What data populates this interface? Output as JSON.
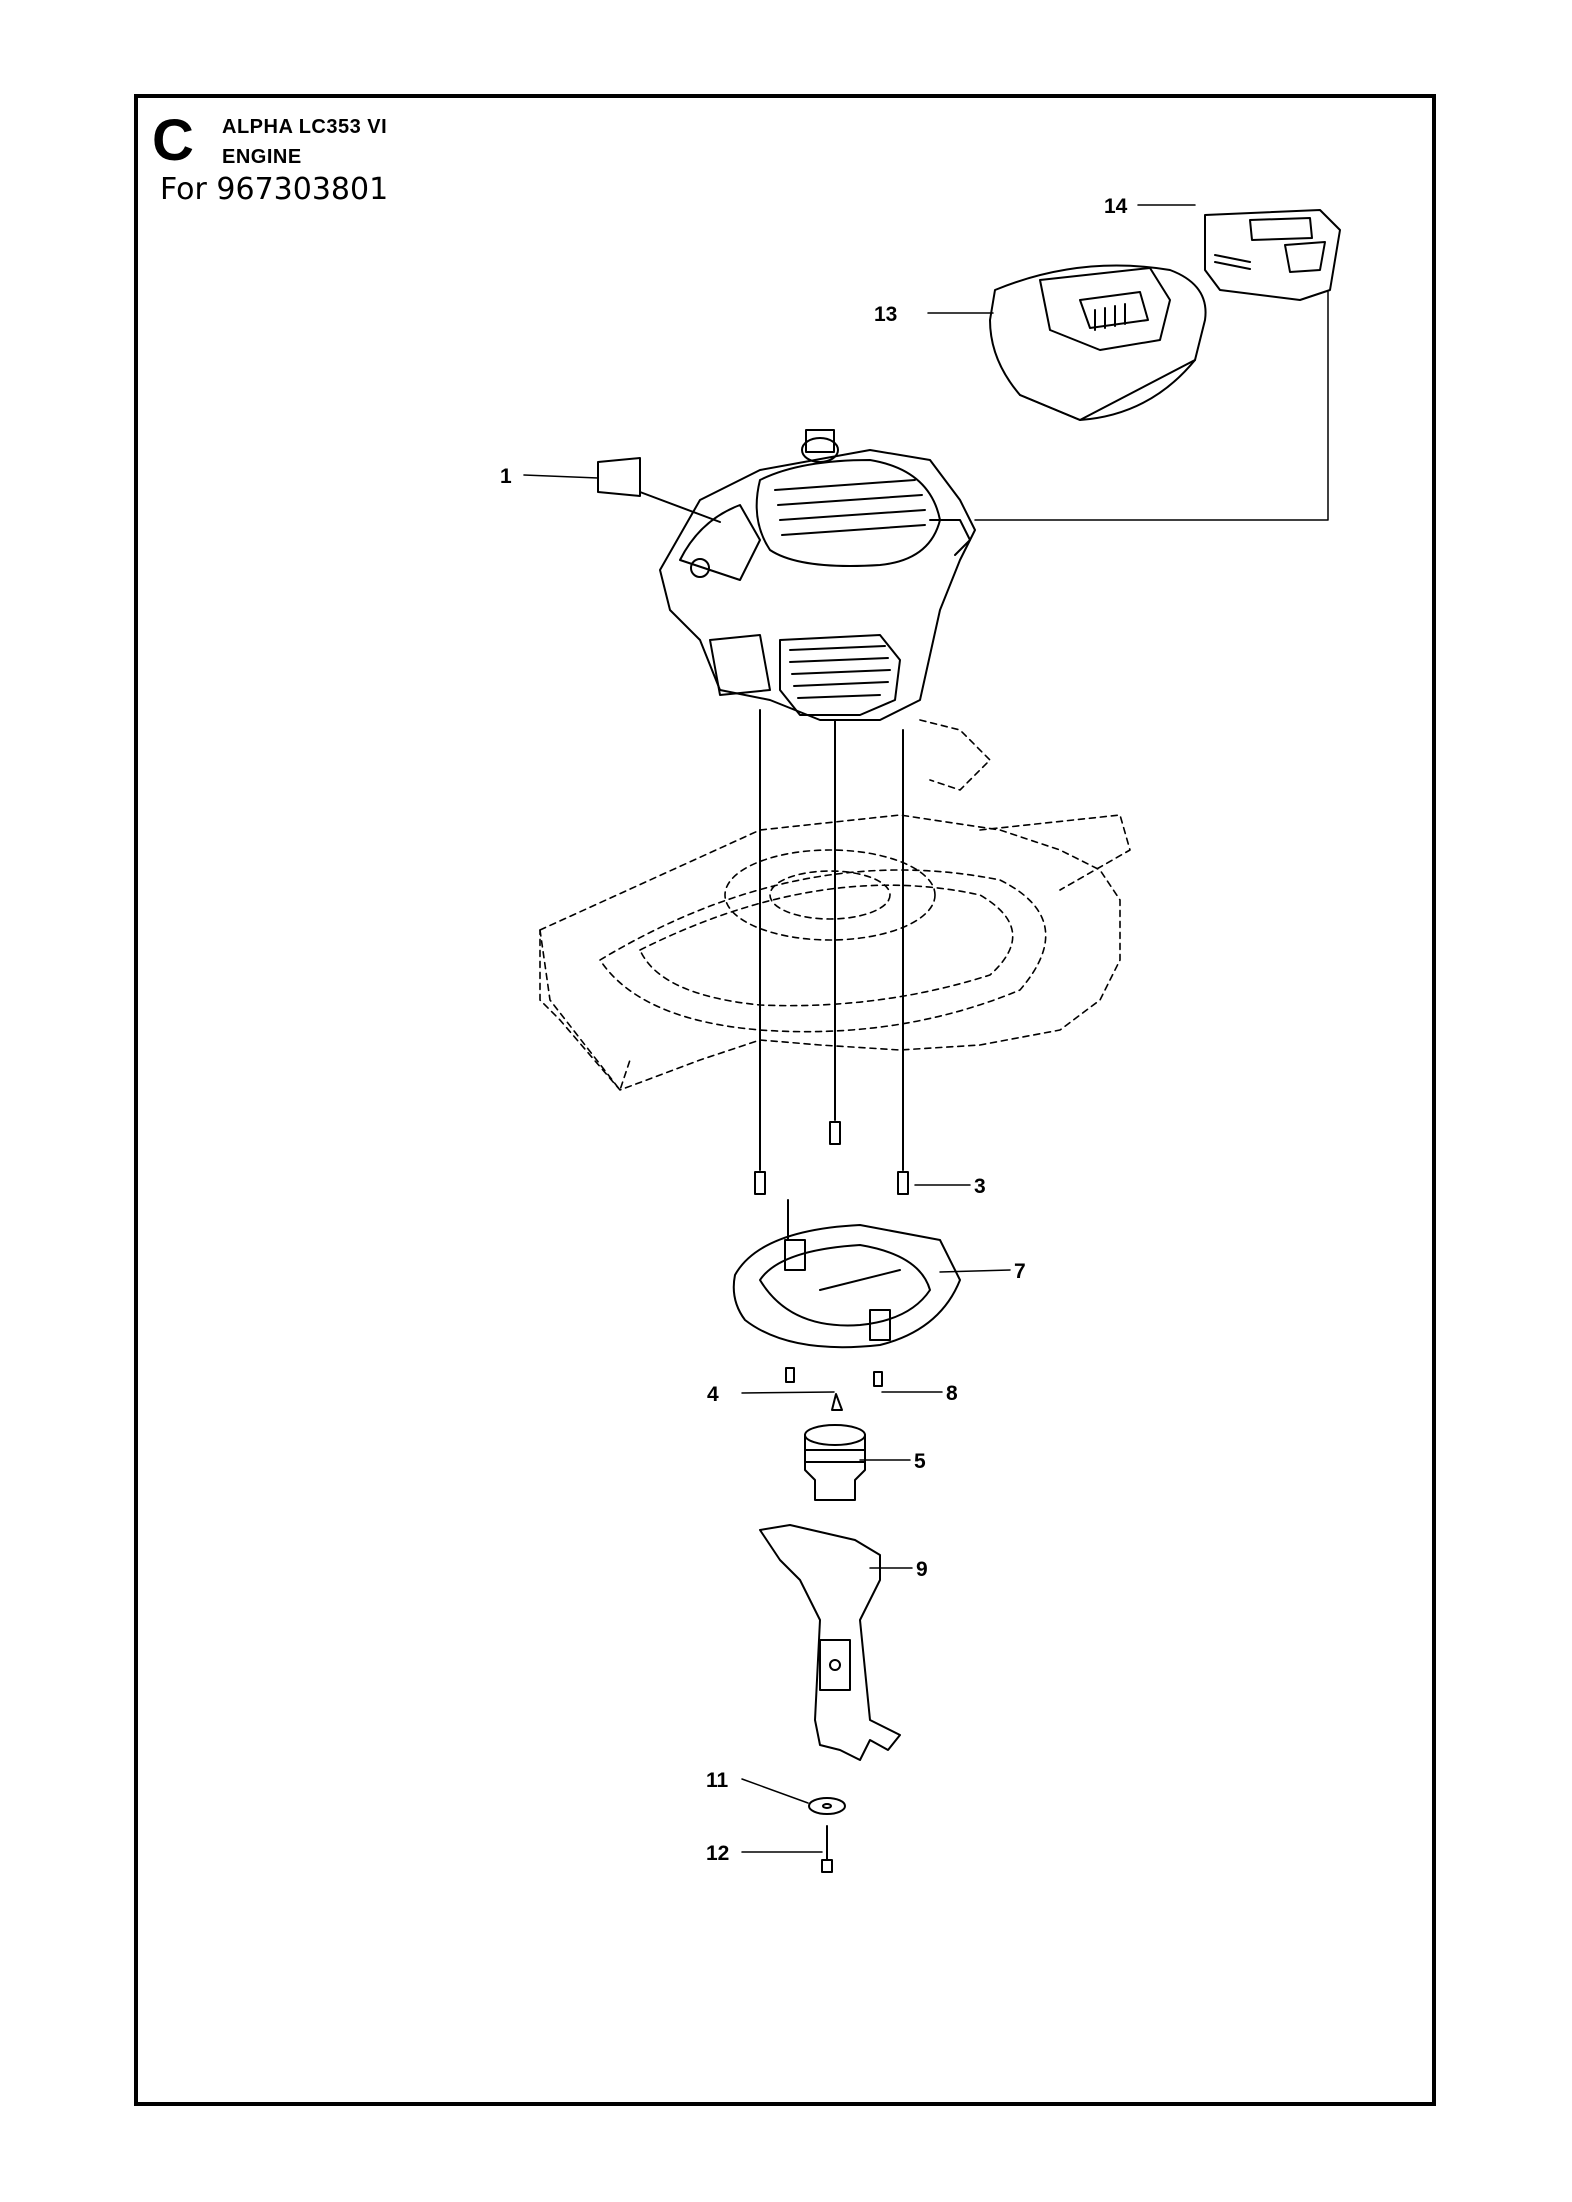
{
  "header": {
    "section_letter": "C",
    "model": "ALPHA LC353 VI",
    "section_name": "ENGINE",
    "for_line": "For 967303801"
  },
  "callouts": [
    {
      "id": "1",
      "label": "1"
    },
    {
      "id": "3",
      "label": "3"
    },
    {
      "id": "4",
      "label": "4"
    },
    {
      "id": "5",
      "label": "5"
    },
    {
      "id": "7",
      "label": "7"
    },
    {
      "id": "8",
      "label": "8"
    },
    {
      "id": "9",
      "label": "9"
    },
    {
      "id": "11",
      "label": "11"
    },
    {
      "id": "12",
      "label": "12"
    },
    {
      "id": "13",
      "label": "13"
    },
    {
      "id": "14",
      "label": "14"
    }
  ]
}
